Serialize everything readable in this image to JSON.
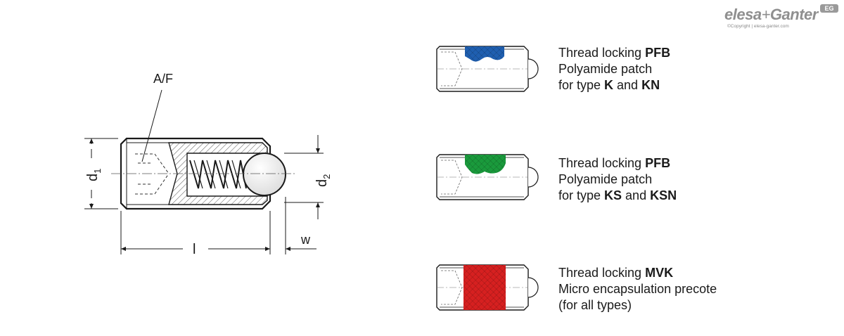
{
  "brand": {
    "logo_left": "elesa",
    "logo_plus": "+",
    "logo_right": "Ganter",
    "badge": "EG",
    "copyright": "©Copyright | elesa-ganter.com"
  },
  "dimensions": {
    "af": "A/F",
    "d1_base": "d",
    "d1_sub": "1",
    "d2_base": "d",
    "d2_sub": "2",
    "l": "l",
    "w": "w"
  },
  "variants": [
    {
      "patch": "pfb",
      "patch_color": "#1f5fb0",
      "line1_prefix": "Thread locking ",
      "line1_bold": "PFB",
      "line2": "Polyamide patch",
      "line3_parts": [
        {
          "text": "for type ",
          "bold": false
        },
        {
          "text": "K",
          "bold": true
        },
        {
          "text": " and ",
          "bold": false
        },
        {
          "text": "KN",
          "bold": true
        }
      ]
    },
    {
      "patch": "pfb",
      "patch_color": "#1a9a3c",
      "line1_prefix": "Thread locking ",
      "line1_bold": "PFB",
      "line2": "Polyamide patch",
      "line3_parts": [
        {
          "text": "for type ",
          "bold": false
        },
        {
          "text": "KS",
          "bold": true
        },
        {
          "text": " and ",
          "bold": false
        },
        {
          "text": "KSN",
          "bold": true
        }
      ]
    },
    {
      "patch": "mvk",
      "patch_color": "#d62020",
      "line1_prefix": "Thread locking ",
      "line1_bold": "MVK",
      "line2": "Micro encapsulation precote",
      "line3_parts": [
        {
          "text": "(for all types)",
          "bold": false
        }
      ]
    }
  ]
}
